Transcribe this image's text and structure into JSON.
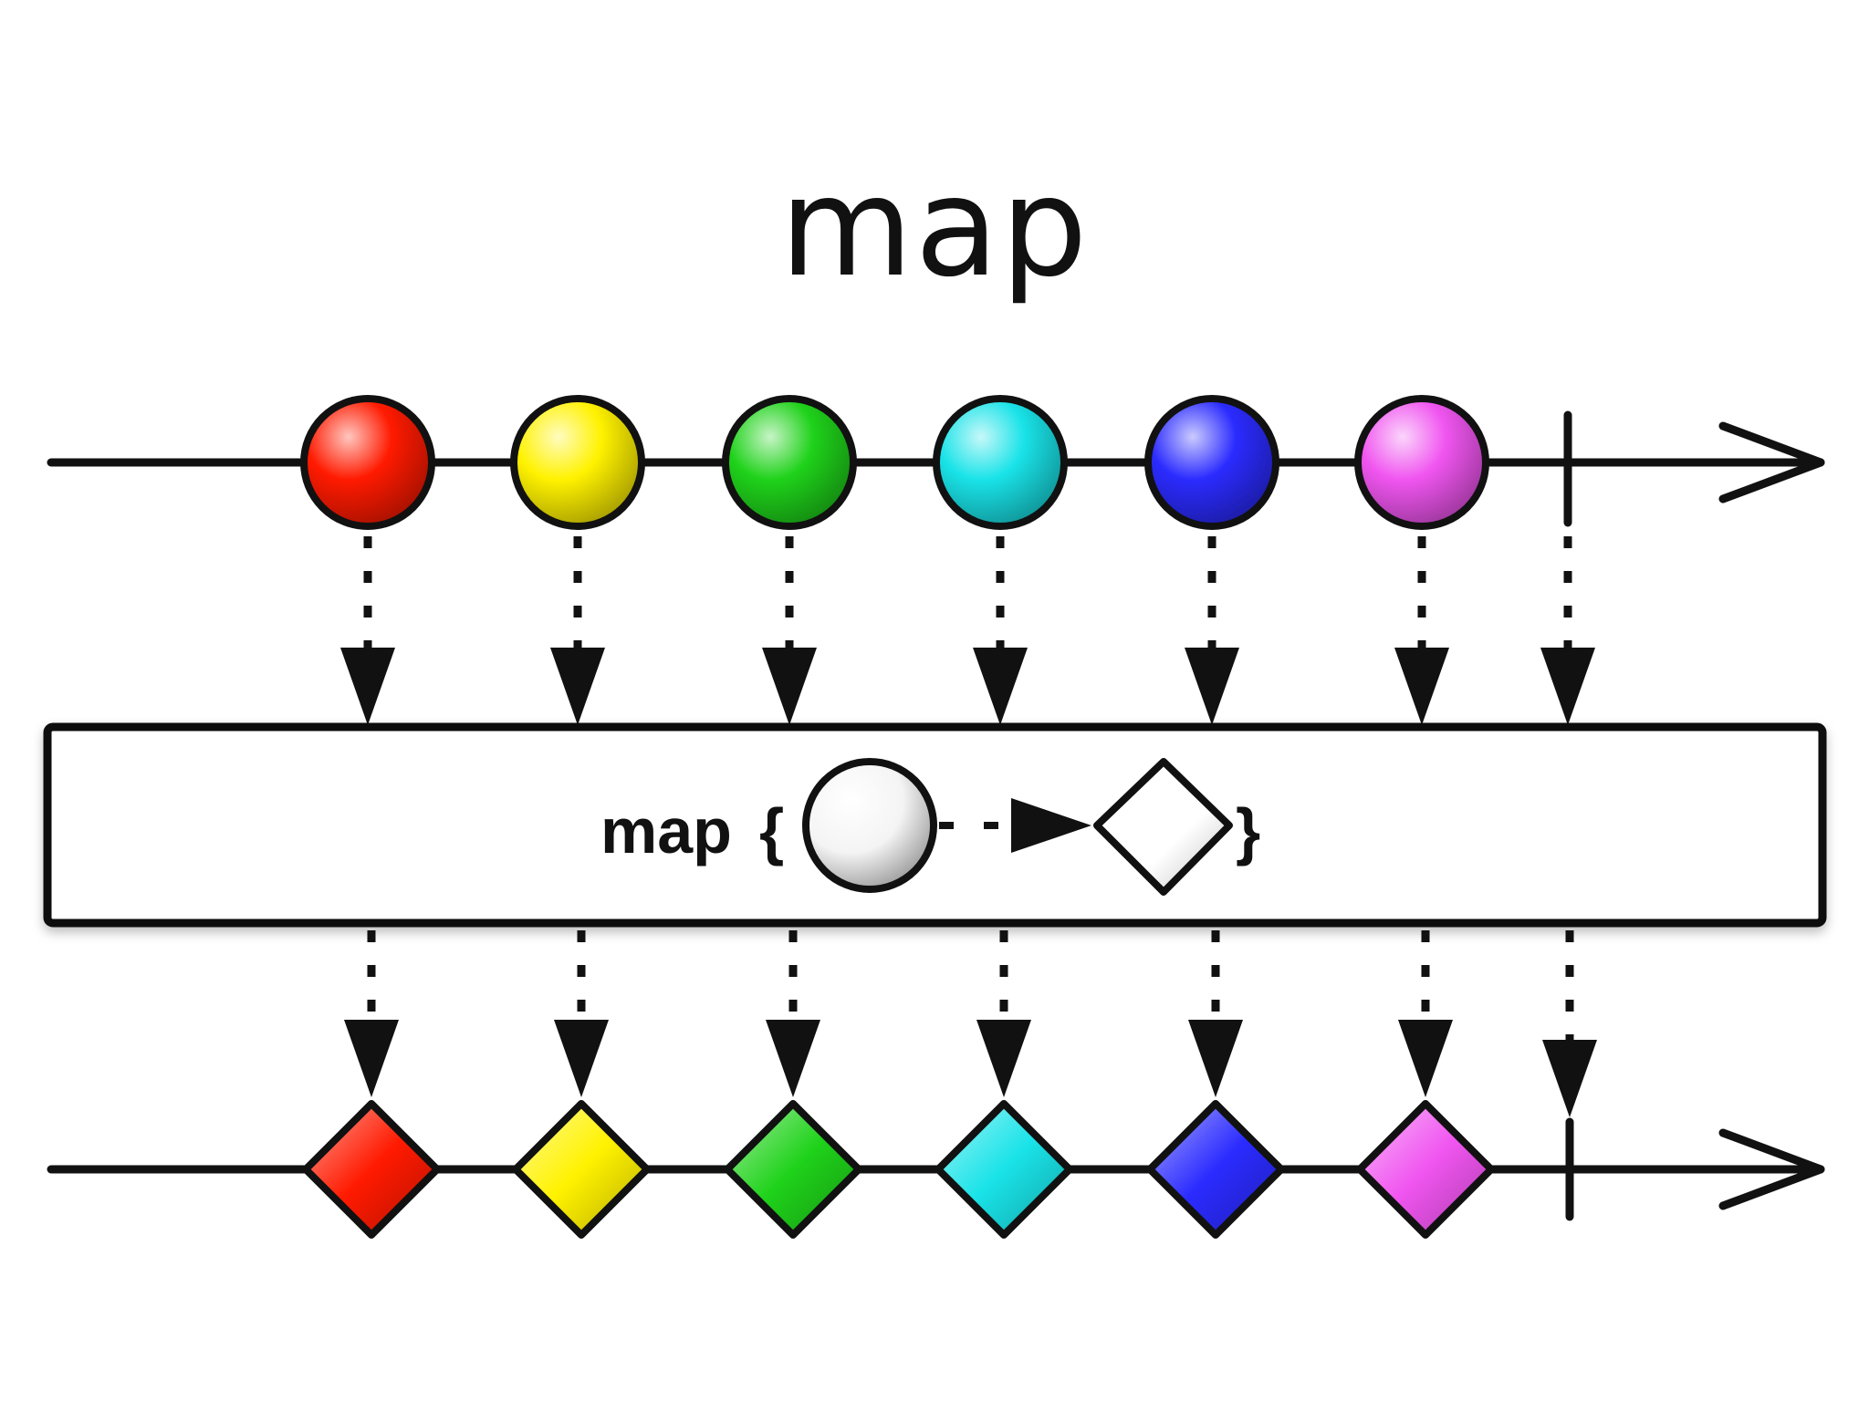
{
  "title": "map",
  "operator": {
    "label": "map",
    "open_brace": "{",
    "close_brace": "}",
    "input_shape": "circle",
    "output_shape": "diamond"
  },
  "source_stream": {
    "item_shape": "circle",
    "items": [
      {
        "name": "red",
        "color": "#ff1a00"
      },
      {
        "name": "yellow",
        "color": "#fff200"
      },
      {
        "name": "green",
        "color": "#1fd21a"
      },
      {
        "name": "cyan",
        "color": "#19e3e8"
      },
      {
        "name": "blue",
        "color": "#2b2bff"
      },
      {
        "name": "magenta",
        "color": "#f055f0"
      }
    ],
    "terminates": true
  },
  "result_stream": {
    "item_shape": "diamond",
    "items": [
      {
        "name": "red",
        "color": "#ff1a00"
      },
      {
        "name": "yellow",
        "color": "#fff200"
      },
      {
        "name": "green",
        "color": "#1fd21a"
      },
      {
        "name": "cyan",
        "color": "#19e3e8"
      },
      {
        "name": "blue",
        "color": "#2b2bff"
      },
      {
        "name": "magenta",
        "color": "#f055f0"
      }
    ],
    "terminates": true
  },
  "colors": {
    "stroke": "#111111",
    "background": "#ffffff"
  }
}
